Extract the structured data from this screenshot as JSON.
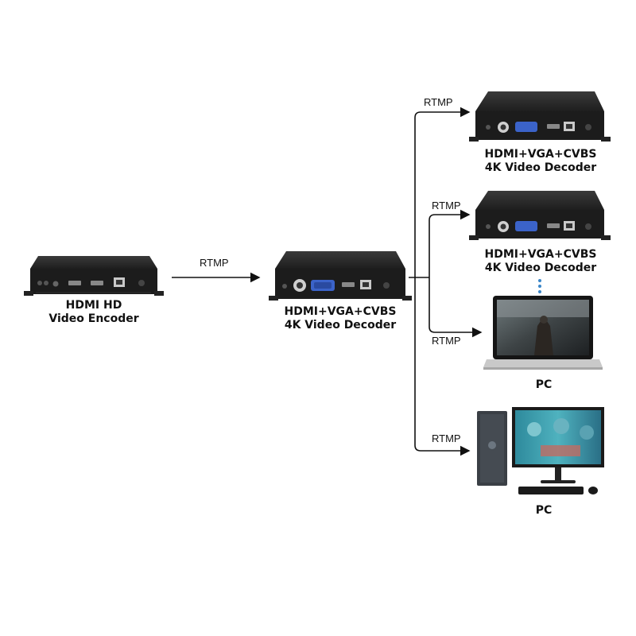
{
  "nodes": {
    "encoder": {
      "line1": "HDMI HD",
      "line2": "Video Encoder"
    },
    "decoder_main": {
      "line1": "HDMI+VGA+CVBS",
      "line2": "4K Video Decoder"
    },
    "decoder_top": {
      "line1": "HDMI+VGA+CVBS",
      "line2": "4K Video Decoder"
    },
    "decoder_second": {
      "line1": "HDMI+VGA+CVBS",
      "line2": "4K Video Decoder"
    },
    "laptop": {
      "label": "PC"
    },
    "desktop": {
      "label": "PC"
    }
  },
  "edges": {
    "encoder_to_decoder": "RTMP",
    "to_decoder_top": "RTMP",
    "to_decoder_second": "RTMP",
    "to_laptop": "RTMP",
    "to_desktop": "RTMP"
  },
  "colors": {
    "device_body": "#1c1c1c",
    "device_face": "#2a2a2a",
    "vga_port": "#3b63c9",
    "dots": "#3a86c8",
    "arrow": "#111111"
  }
}
